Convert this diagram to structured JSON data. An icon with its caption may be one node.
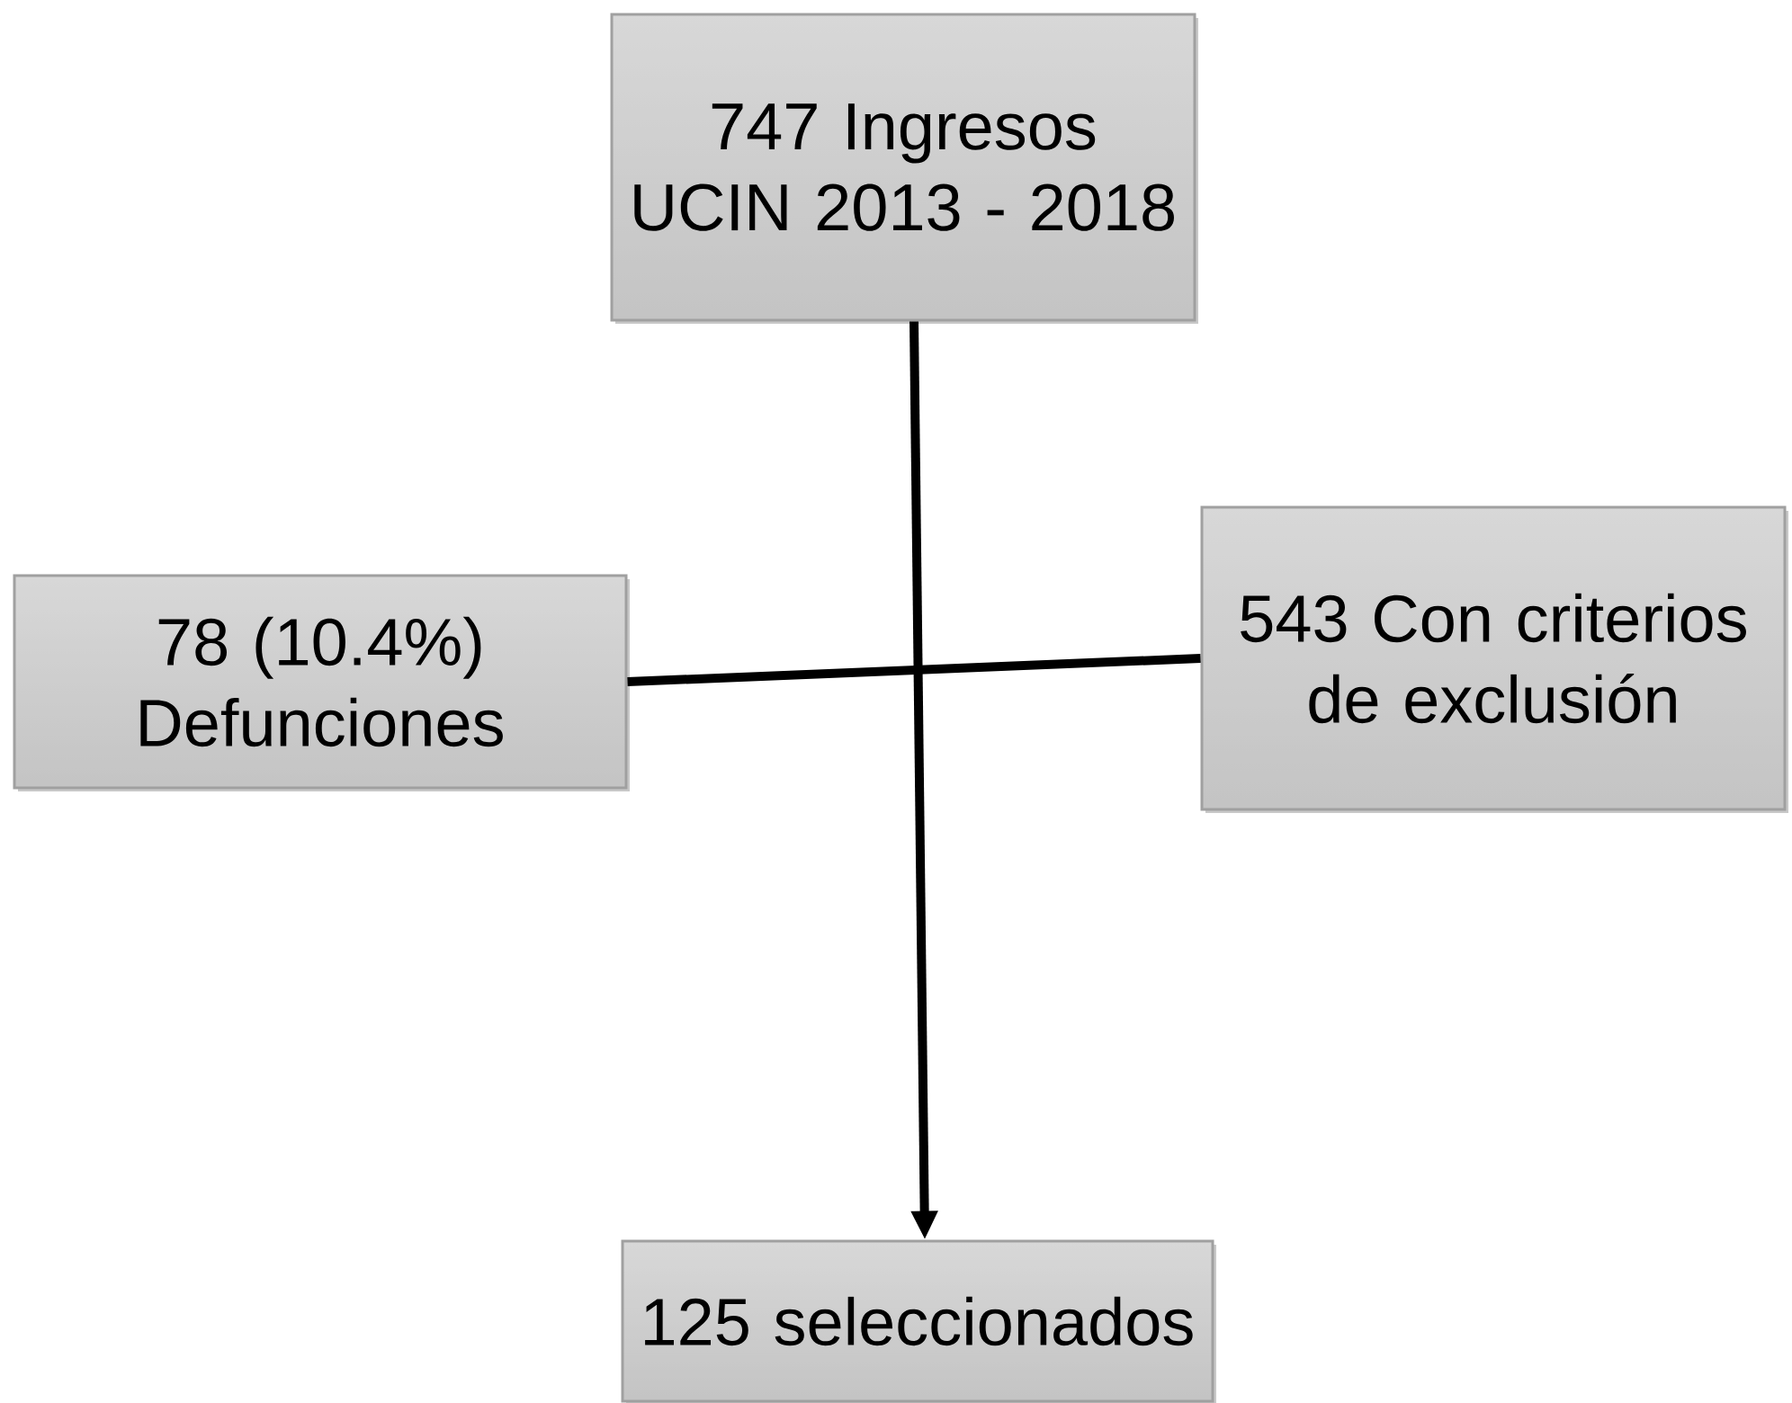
{
  "diagram": {
    "nodes": [
      {
        "text": [
          "747 Ingresos UCIN 2013 - 2018"
        ]
      },
      {
        "text": [
          "78 (10.4%) Defunciones"
        ]
      },
      {
        "text": [
          "543 Con criterios de exclusión"
        ]
      },
      {
        "text": [
          "125 seleccionados"
        ]
      }
    ],
    "edges": [
      {
        "from": 0,
        "to": 3,
        "arrow": "to"
      },
      {
        "from": 1,
        "to": 2,
        "arrow": "none"
      }
    ]
  }
}
